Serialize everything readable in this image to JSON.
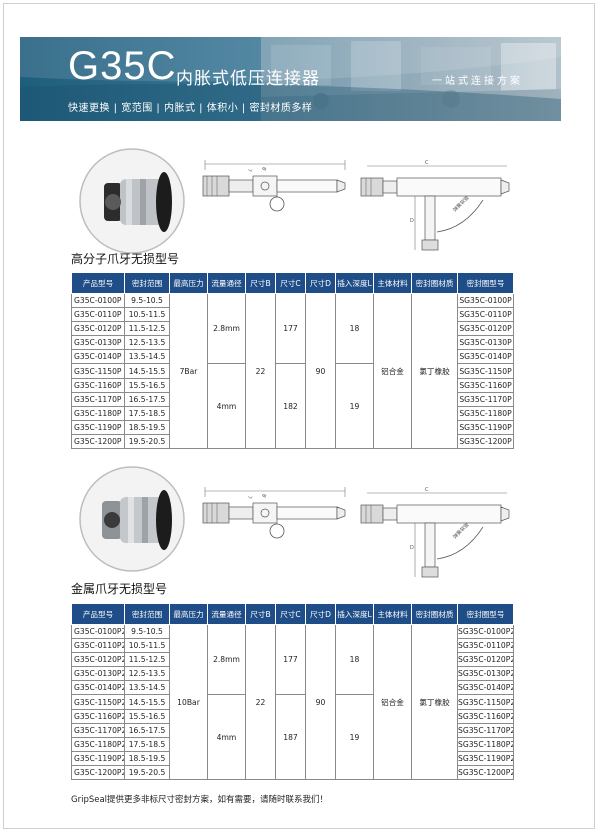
{
  "header": {
    "title_code": "G35C",
    "title_cn": "内胀式低压连接器",
    "slogan": "一站式连接方案",
    "features": [
      "快速更换",
      "宽范围",
      "内胀式",
      "体积小",
      "密封材质多样"
    ],
    "colors": {
      "banner": "#1f5d7d",
      "table_header": "#1f4d87"
    }
  },
  "columns": [
    "产品型号",
    "密封范围",
    "最高压力",
    "流量通径",
    "尺寸B",
    "尺寸C",
    "尺寸D",
    "插入深度L",
    "主体材料",
    "密封圈材质",
    "密封圈型号"
  ],
  "drawing_labels": {
    "dim_c": "C",
    "dim_d": "D",
    "dim_l": "L",
    "dim_b": "B",
    "hose": "弹簧软管"
  },
  "section1": {
    "label": "高分子爪牙无损型号",
    "rows": [
      {
        "model": "G35C-0100P",
        "range": "9.5-10.5",
        "seal": "SG35C-0100P"
      },
      {
        "model": "G35C-0110P",
        "range": "10.5-11.5",
        "seal": "SG35C-0110P"
      },
      {
        "model": "G35C-0120P",
        "range": "11.5-12.5",
        "seal": "SG35C-0120P"
      },
      {
        "model": "G35C-0130P",
        "range": "12.5-13.5",
        "seal": "SG35C-0130P"
      },
      {
        "model": "G35C-0140P",
        "range": "13.5-14.5",
        "seal": "SG35C-0140P"
      },
      {
        "model": "G35C-1150P",
        "range": "14.5-15.5",
        "seal": "SG35C-1150P"
      },
      {
        "model": "G35C-1160P",
        "range": "15.5-16.5",
        "seal": "SG35C-1160P"
      },
      {
        "model": "G35C-1170P",
        "range": "16.5-17.5",
        "seal": "SG35C-1170P"
      },
      {
        "model": "G35C-1180P",
        "range": "17.5-18.5",
        "seal": "SG35C-1180P"
      },
      {
        "model": "G35C-1190P",
        "range": "18.5-19.5",
        "seal": "SG35C-1190P"
      },
      {
        "model": "G35C-1200P",
        "range": "19.5-20.5",
        "seal": "SG35C-1200P"
      }
    ],
    "pressure": "7Bar",
    "flow_a": "2.8mm",
    "flow_b": "4mm",
    "dim_b": "22",
    "dim_c_a": "177",
    "dim_c_b": "182",
    "dim_d": "90",
    "depth_a": "18",
    "depth_b": "19",
    "body": "铝合金",
    "seal_material": "氯丁橡胶"
  },
  "section2": {
    "label": "金属爪牙无损型号",
    "rows": [
      {
        "model": "G35C-0100P2",
        "range": "9.5-10.5",
        "seal": "SG35C-0100P2"
      },
      {
        "model": "G35C-0110P2",
        "range": "10.5-11.5",
        "seal": "SG35C-0110P2"
      },
      {
        "model": "G35C-0120P2",
        "range": "11.5-12.5",
        "seal": "SG35C-0120P2"
      },
      {
        "model": "G35C-0130P2",
        "range": "12.5-13.5",
        "seal": "SG35C-0130P2"
      },
      {
        "model": "G35C-0140P2",
        "range": "13.5-14.5",
        "seal": "SG35C-0140P2"
      },
      {
        "model": "G35C-1150P2",
        "range": "14.5-15.5",
        "seal": "SG35C-1150P2"
      },
      {
        "model": "G35C-1160P2",
        "range": "15.5-16.5",
        "seal": "SG35C-1160P2"
      },
      {
        "model": "G35C-1170P2",
        "range": "16.5-17.5",
        "seal": "SG35C-1170P2"
      },
      {
        "model": "G35C-1180P2",
        "range": "17.5-18.5",
        "seal": "SG35C-1180P2"
      },
      {
        "model": "G35C-1190P2",
        "range": "18.5-19.5",
        "seal": "SG35C-1190P2"
      },
      {
        "model": "G35C-1200P2",
        "range": "19.5-20.5",
        "seal": "SG35C-1200P2"
      }
    ],
    "pressure": "10Bar",
    "flow_a": "2.8mm",
    "flow_b": "4mm",
    "dim_b": "22",
    "dim_c_a": "177",
    "dim_c_b": "187",
    "dim_d": "90",
    "depth_a": "18",
    "depth_b": "19",
    "body": "铝合金",
    "seal_material": "氯丁橡胶"
  },
  "footer": {
    "note": "GripSeal提供更多非标尺寸密封方案，如有需要，请随时联系我们！"
  }
}
